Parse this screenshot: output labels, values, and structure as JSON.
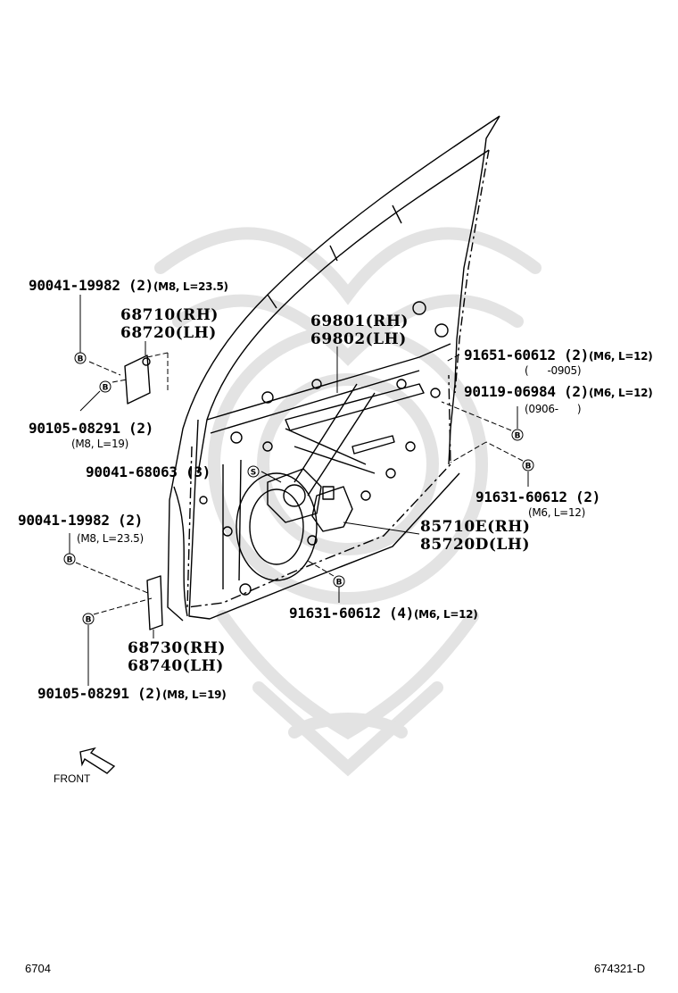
{
  "labels": {
    "hinge_upper_bolt": "90041-19982 (2)",
    "hinge_upper_bolt_spec": "(M8, L=23.5)",
    "upper_hinge_rh": "68710(RH)",
    "upper_hinge_lh": "68720(LH)",
    "regulator_rh": "69801(RH)",
    "regulator_lh": "69802(LH)",
    "bolt_91651": "91651-60612 (2)",
    "bolt_91651_spec": "(M6, L=12)",
    "bolt_91651_date": "(      -0905)",
    "bolt_90119": "90119-06984 (2)",
    "bolt_90119_spec": "(M6, L=12)",
    "bolt_90119_date": "(0906-      )",
    "upper_hinge_nut": "90105-08291 (2)",
    "upper_hinge_nut_spec": "(M8, L=19)",
    "screw_90041_68063": "90041-68063 (3)",
    "bolt_91631_right": "91631-60612 (2)",
    "bolt_91631_right_spec": "(M6, L=12)",
    "motor_rh": "85710E(RH)",
    "motor_lh": "85720D(LH)",
    "hinge_lower_bolt": "90041-19982 (2)",
    "hinge_lower_bolt_spec": "(M8, L=23.5)",
    "bolt_91631_bottom": "91631-60612 (4)",
    "bolt_91631_bottom_spec": "(M6, L=12)",
    "lower_hinge_rh": "68730(RH)",
    "lower_hinge_lh": "68740(LH)",
    "lower_hinge_nut": "90105-08291 (2)",
    "lower_hinge_nut_spec": "(M8, L=19)",
    "front": "FRONT",
    "page_number": "6704",
    "diagram_code": "674321-D",
    "marker_b": "B",
    "marker_s": "S"
  },
  "colors": {
    "ink": "#000000",
    "watermark": "#e6e6e6",
    "background": "#ffffff"
  },
  "icons": {
    "front_arrow": "front-arrow-icon",
    "watermark": "watermark-logo"
  }
}
